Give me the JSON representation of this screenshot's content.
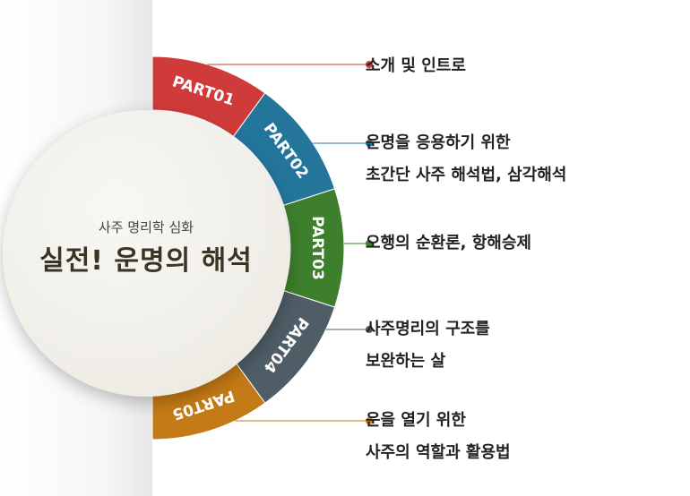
{
  "hub": {
    "subtitle": "사주 명리학 심화",
    "title": "실전! 운명의 해석"
  },
  "parts": [
    {
      "label": "PART01",
      "color": "#cf3b3a",
      "lines": [
        "소개 및 인트로"
      ]
    },
    {
      "label": "PART02",
      "color": "#23759a",
      "lines": [
        "운명을 응용하기 위한",
        "초간단 사주 해석법, 삼각해석"
      ]
    },
    {
      "label": "PART03",
      "color": "#3d7f2c",
      "lines": [
        "오행의 순환론, 항해승제"
      ]
    },
    {
      "label": "PART04",
      "color": "#4e5d66",
      "lines": [
        "사주명리의 구조를",
        "보완하는 살"
      ]
    },
    {
      "label": "PART05",
      "color": "#c47a16",
      "lines": [
        "운을 열기 위한",
        "사주의 역할과 활용법"
      ]
    }
  ]
}
